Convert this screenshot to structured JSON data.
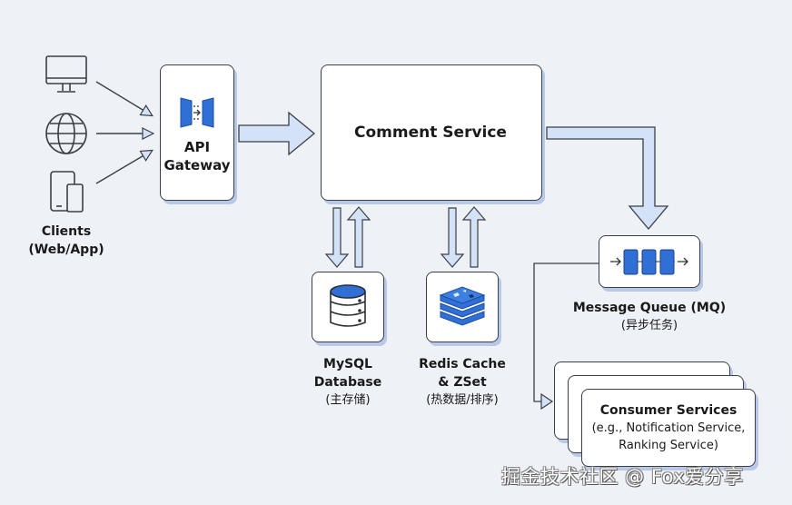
{
  "clients": {
    "title": "Clients",
    "subtitle": "(Web/App)",
    "icons": [
      "desktop-monitor-icon",
      "globe-icon",
      "mobile-tablet-icon"
    ]
  },
  "gateway": {
    "line1": "API",
    "line2": "Gateway",
    "icon": "gateway-doors-icon"
  },
  "comment_service": {
    "title": "Comment Service"
  },
  "mysql": {
    "line1": "MySQL",
    "line2": "Database",
    "line3": "(主存储)",
    "icon": "database-icon"
  },
  "redis": {
    "line1": "Redis Cache",
    "line2": "& ZSet",
    "line3": "(热数据/排序)",
    "icon": "redis-stack-icon"
  },
  "mq": {
    "title": "Message Queue (MQ)",
    "subtitle": "(异步任务)",
    "icon": "queue-icon"
  },
  "consumers": {
    "title": "Consumer Services",
    "line2": "(e.g., Notification Service,",
    "line3": "Ranking Service)"
  },
  "watermark": "掘金技术社区 @ Fox爱分享",
  "colors": {
    "background": "#eef1f6",
    "accent": "#2f6fd6",
    "arrow_fill": "#d4e2f7",
    "stroke": "#3a3f47"
  }
}
